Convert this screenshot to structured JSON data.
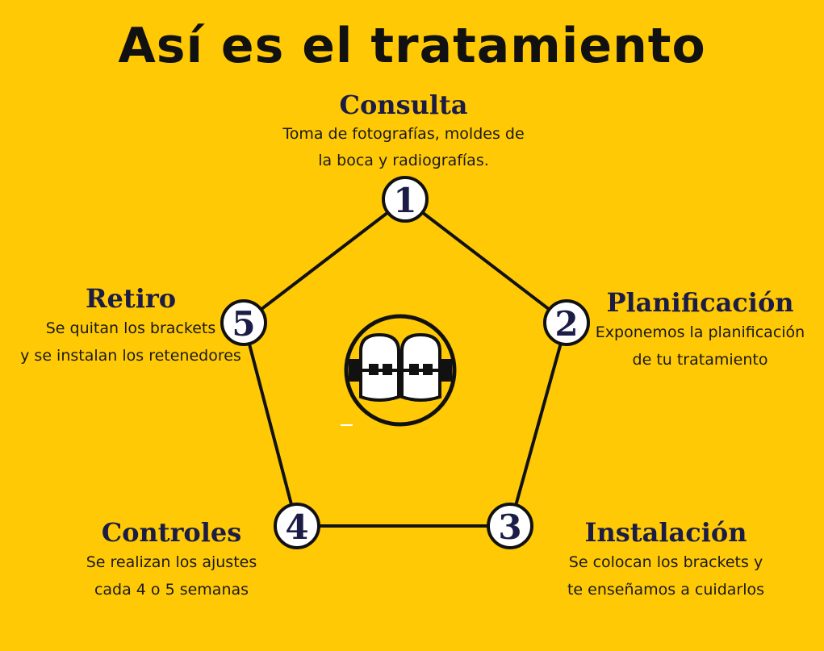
{
  "title": "Así es el tratamiento",
  "colors": {
    "background": "#FFC905",
    "title_text": "#111111",
    "step_title": "#1C1D46",
    "circle_fill": "#FFFFFF",
    "line": "#111111"
  },
  "center_icon": "braces-teeth-icon",
  "steps": [
    {
      "number": "1",
      "title": "Consulta",
      "desc": "Toma de fotografías, moldes de\nla boca y radiografías."
    },
    {
      "number": "2",
      "title": "Planificación",
      "desc": "Exponemos la planificación\nde tu tratamiento"
    },
    {
      "number": "3",
      "title": "Instalación",
      "desc": "Se colocan los brackets y\nte enseñamos a cuidarlos"
    },
    {
      "number": "4",
      "title": "Controles",
      "desc": "Se realizan los ajustes\ncada 4 o 5 semanas"
    },
    {
      "number": "5",
      "title": "Retiro",
      "desc": "Se quitan los brackets\ny se instalan los retenedores"
    }
  ]
}
